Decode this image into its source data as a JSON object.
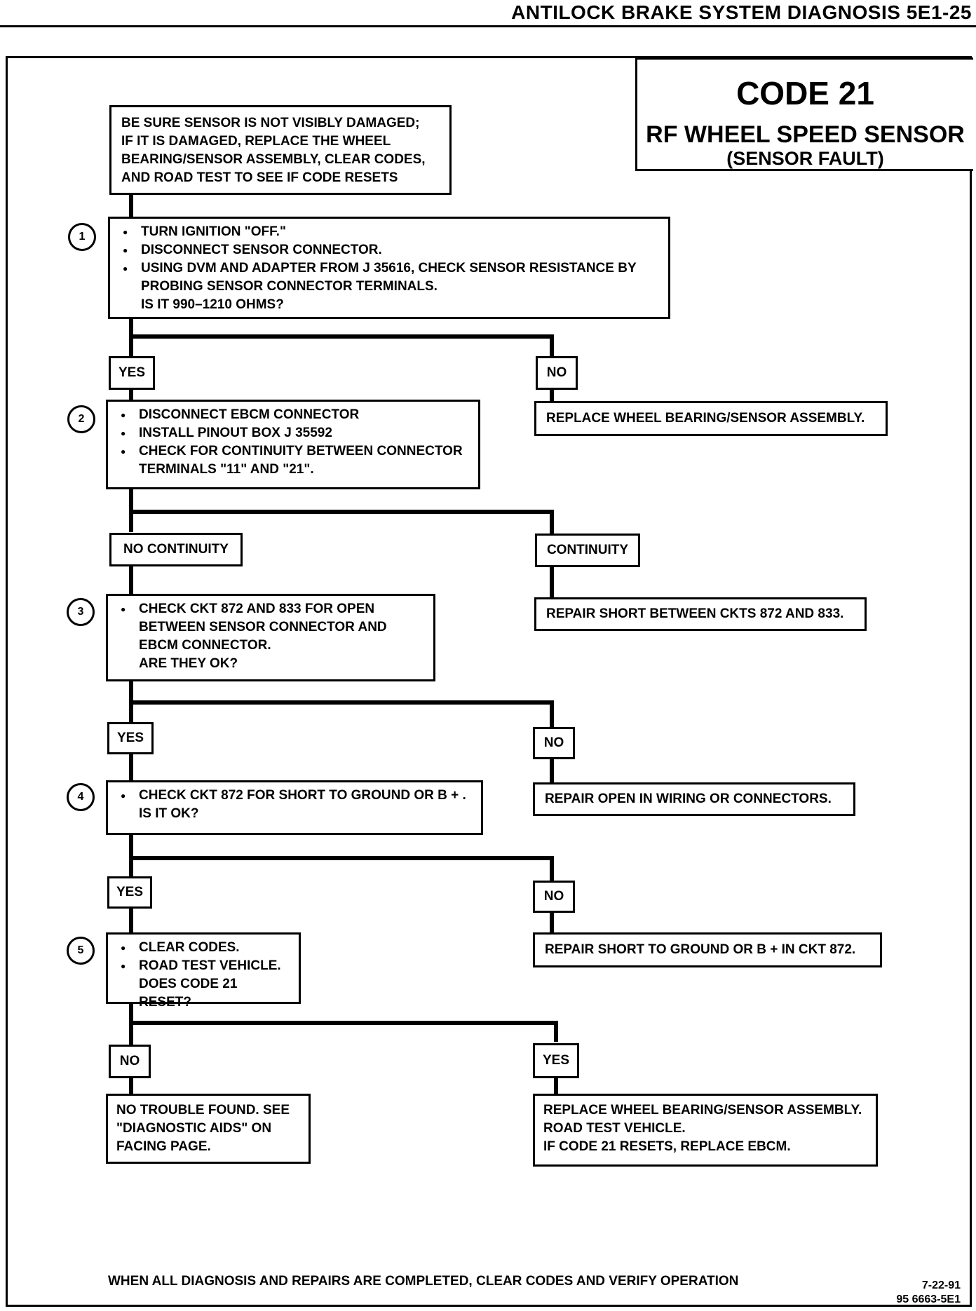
{
  "header": {
    "title": "ANTILOCK BRAKE SYSTEM DIAGNOSIS  5E1-25"
  },
  "title_box": {
    "code": "CODE 21",
    "name": "RF WHEEL SPEED SENSOR",
    "fault": "(SENSOR FAULT)"
  },
  "intro": {
    "lines": [
      "BE SURE SENSOR IS NOT VISIBLY DAMAGED;",
      "IF IT IS DAMAGED, REPLACE THE WHEEL",
      "BEARING/SENSOR ASSEMBLY, CLEAR CODES,",
      "AND ROAD TEST TO SEE IF CODE RESETS"
    ]
  },
  "steps": [
    {
      "number": "1",
      "bullets": [
        "TURN IGNITION \"OFF.\"",
        "DISCONNECT SENSOR CONNECTOR.",
        "USING DVM AND ADAPTER FROM J 35616, CHECK SENSOR RESISTANCE BY"
      ],
      "continuation": [
        "PROBING SENSOR CONNECTOR TERMINALS.",
        "IS IT 990–1210 OHMS?"
      ]
    },
    {
      "number": "2",
      "bullets": [
        "DISCONNECT EBCM CONNECTOR",
        "INSTALL PINOUT BOX J 35592",
        "CHECK FOR CONTINUITY BETWEEN CONNECTOR"
      ],
      "continuation": [
        "TERMINALS \"11\" AND \"21\"."
      ]
    },
    {
      "number": "3",
      "bullets": [
        "CHECK CKT 872 AND 833 FOR OPEN"
      ],
      "continuation": [
        "BETWEEN SENSOR CONNECTOR AND",
        "EBCM CONNECTOR.",
        "ARE THEY OK?"
      ]
    },
    {
      "number": "4",
      "bullets": [
        "CHECK CKT 872 FOR SHORT TO GROUND OR B + ."
      ],
      "continuation": [
        "IS IT OK?"
      ]
    },
    {
      "number": "5",
      "bullets": [
        "CLEAR CODES.",
        "ROAD TEST VEHICLE."
      ],
      "continuation": [
        "DOES CODE 21 RESET?"
      ]
    }
  ],
  "labels": {
    "s1_yes": "YES",
    "s1_no": "NO",
    "s2_left": "NO CONTINUITY",
    "s2_right": "CONTINUITY",
    "s3_yes": "YES",
    "s3_no": "NO",
    "s4_yes": "YES",
    "s4_no": "NO",
    "s5_no": "NO",
    "s5_yes": "YES"
  },
  "actions": {
    "a1": "REPLACE WHEEL BEARING/SENSOR ASSEMBLY.",
    "a2": "REPAIR SHORT BETWEEN CKTS 872 AND 833.",
    "a3": "REPAIR OPEN IN WIRING OR CONNECTORS.",
    "a4": "REPAIR SHORT TO GROUND OR B +  IN CKT 872.",
    "a5_lines": [
      "NO TROUBLE FOUND.  SEE",
      "\"DIAGNOSTIC AIDS\" ON",
      "FACING PAGE."
    ],
    "a6_lines": [
      "REPLACE WHEEL BEARING/SENSOR ASSEMBLY.",
      "ROAD TEST VEHICLE.",
      "IF CODE 21 RESETS, REPLACE EBCM."
    ]
  },
  "footer": {
    "note": "WHEN ALL DIAGNOSIS AND REPAIRS ARE COMPLETED, CLEAR CODES AND VERIFY OPERATION",
    "date": "7-22-91",
    "ref": "95 6663-5E1"
  }
}
